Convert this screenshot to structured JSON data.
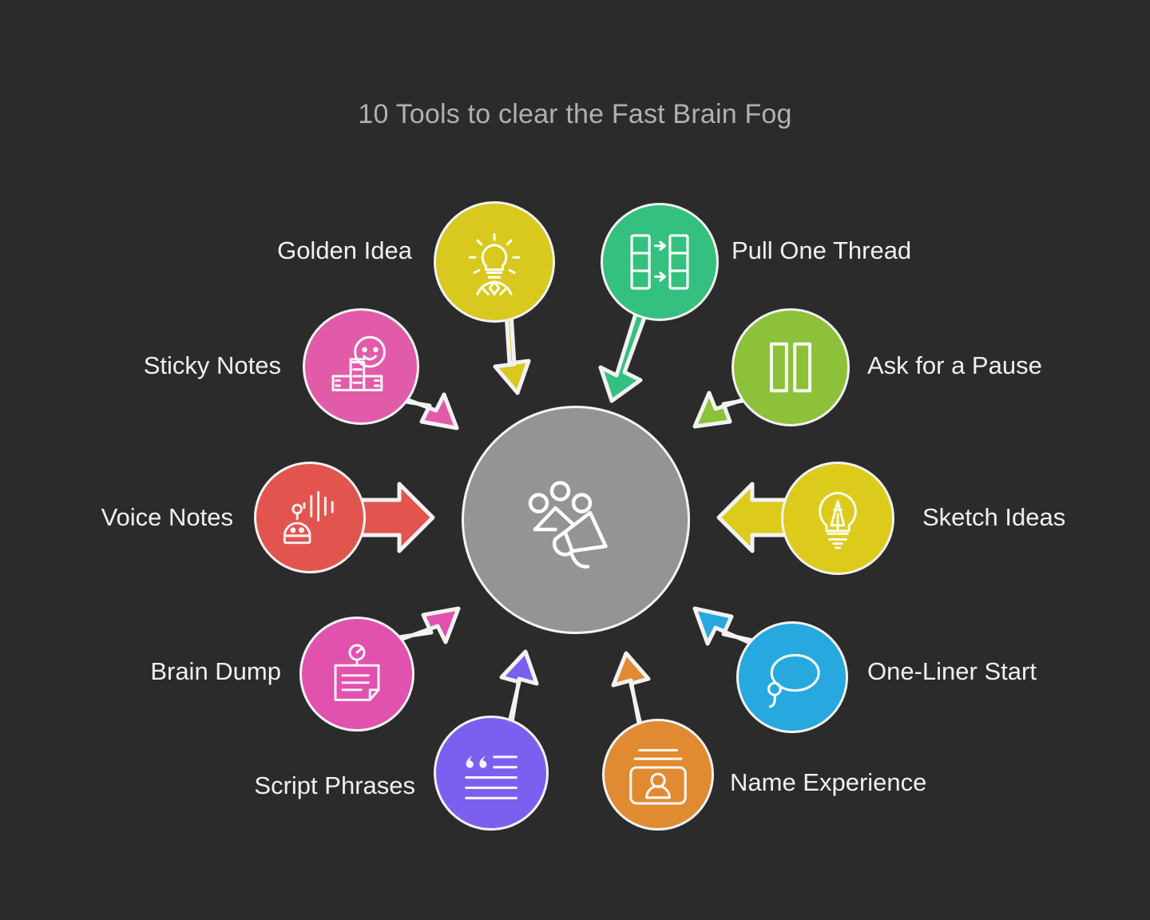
{
  "page": {
    "title": "10 Tools to clear the Fast Brain Fog",
    "background_color": "#2b2b2b",
    "title_color": "#b0b0b0",
    "outline_color": "#f2f2f2",
    "label_color": "#f0f0f0"
  },
  "center": {
    "name": "fast-brain-fog-hub",
    "color": "#949494",
    "icon": "megaphone-dots-icon"
  },
  "chart_data": {
    "type": "diagram",
    "layout": "radial-spokes-to-center",
    "title": "10 Tools to clear the Fast Brain Fog",
    "node_count": 10,
    "nodes": [
      {
        "label": "Golden Idea",
        "color": "#d9c81d",
        "icon": "lightbulb-rays-icon",
        "side": "left",
        "arrow_direction": "down-right"
      },
      {
        "label": "Pull One Thread",
        "color": "#34c07e",
        "icon": "kanban-transfer-icon",
        "side": "right",
        "arrow_direction": "down-left"
      },
      {
        "label": "Sticky Notes",
        "color": "#e25ba8",
        "icon": "sticky-notes-smiley-icon",
        "side": "left",
        "arrow_direction": "down-right"
      },
      {
        "label": "Ask for a Pause",
        "color": "#8cc139",
        "icon": "pause-bars-icon",
        "side": "right",
        "arrow_direction": "down-left"
      },
      {
        "label": "Voice Notes",
        "color": "#e2554e",
        "icon": "robot-soundwave-icon",
        "side": "left",
        "arrow_direction": "right"
      },
      {
        "label": "Sketch Ideas",
        "color": "#ddcb1c",
        "icon": "bulb-pencil-icon",
        "side": "right",
        "arrow_direction": "left"
      },
      {
        "label": "Brain Dump",
        "color": "#e052ae",
        "icon": "pinned-note-icon",
        "side": "left",
        "arrow_direction": "up-right"
      },
      {
        "label": "One-Liner Start",
        "color": "#27a8de",
        "icon": "lasso-bubble-icon",
        "side": "right",
        "arrow_direction": "up-left"
      },
      {
        "label": "Script Phrases",
        "color": "#7c5fee",
        "icon": "quote-lines-icon",
        "side": "left",
        "arrow_direction": "up-right"
      },
      {
        "label": "Name Experience",
        "color": "#e08a32",
        "icon": "id-card-person-icon",
        "side": "right",
        "arrow_direction": "up-left"
      }
    ]
  }
}
